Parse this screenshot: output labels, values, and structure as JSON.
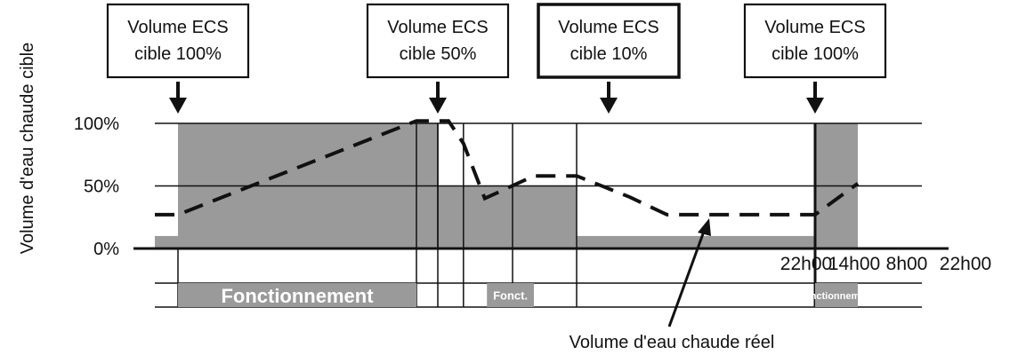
{
  "chart_data": {
    "type": "step-area",
    "ylabel": "Volume d'eau chaude cible",
    "yticks": [
      "0%",
      "50%",
      "100%"
    ],
    "time_labels": [
      "22h00",
      "14h00",
      "8h00",
      "22h00"
    ],
    "time_breaks": [
      0,
      1.0,
      2.0,
      3.0,
      4.0
    ],
    "target_volume": [
      {
        "t0": -0.1,
        "t1": 0.0,
        "value": 10
      },
      {
        "t0": 0.0,
        "t1": 1.0,
        "value": 100
      },
      {
        "t0": 1.0,
        "t1": 1.1,
        "value": 100
      },
      {
        "t0": 1.1,
        "t1": 1.22,
        "value": 50
      },
      {
        "t0": 1.22,
        "t1": 1.45,
        "value": 50
      },
      {
        "t0": 1.45,
        "t1": 1.75,
        "value": 50
      },
      {
        "t0": 1.75,
        "t1": 3.0,
        "value": 10
      },
      {
        "t0": 3.0,
        "t1": 3.4,
        "value": 100
      }
    ],
    "segment_dividers": [
      1.0,
      1.1,
      1.22,
      1.45,
      1.75,
      3.0
    ],
    "actual_volume_series": {
      "name": "Volume d'eau chaude réel",
      "points": [
        [
          -0.1,
          27
        ],
        [
          0.0,
          27
        ],
        [
          1.0,
          102
        ],
        [
          1.15,
          102
        ],
        [
          1.22,
          84
        ],
        [
          1.32,
          40
        ],
        [
          1.55,
          58
        ],
        [
          1.75,
          58
        ],
        [
          2.0,
          41
        ],
        [
          2.2,
          27
        ],
        [
          3.0,
          27
        ],
        [
          3.4,
          52
        ]
      ]
    },
    "callouts": [
      {
        "line1": "Volume ECS",
        "line2": "cible 100%",
        "t": 0.0
      },
      {
        "line1": "Volume ECS",
        "line2": "cible 50%",
        "t": 1.1
      },
      {
        "line1": "Volume ECS",
        "line2": "cible 10%",
        "t": 1.9
      },
      {
        "line1": "Volume ECS",
        "line2": "cible 100%",
        "t": 3.0
      }
    ],
    "operation_bands": [
      {
        "t0": 0.0,
        "t1": 1.0,
        "label": "Fonctionnement",
        "font": 22
      },
      {
        "t0": 1.33,
        "t1": 1.55,
        "label": "Fonct.",
        "font": 13
      },
      {
        "t0": 3.0,
        "t1": 3.4,
        "label": "Fonctionnement",
        "font": 11
      }
    ],
    "annotation": "Volume d'eau chaude réel"
  }
}
